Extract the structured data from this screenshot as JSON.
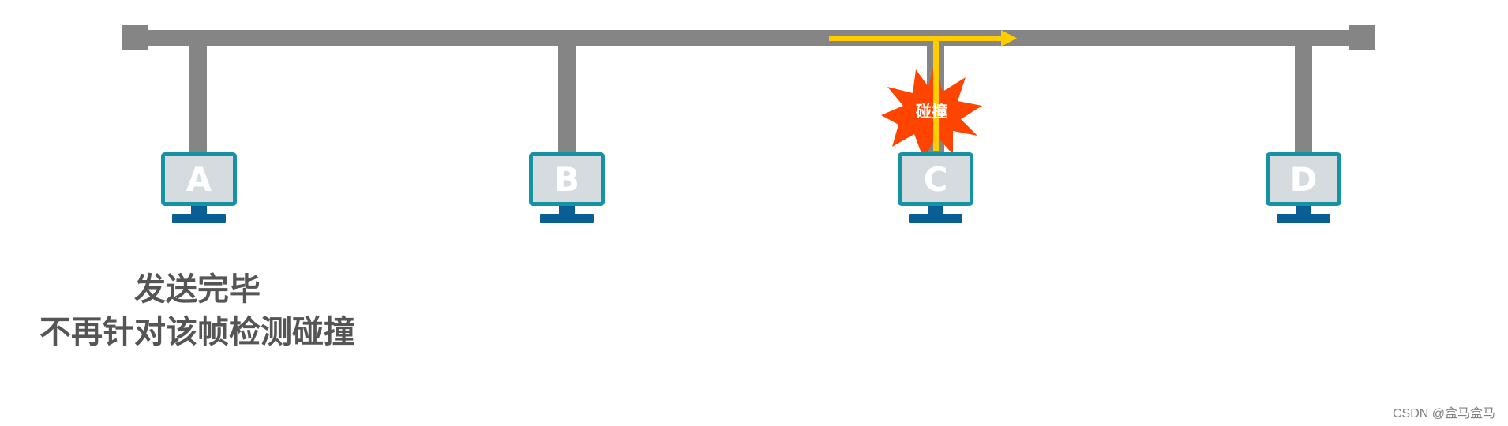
{
  "nodes": [
    {
      "label": "A"
    },
    {
      "label": "B"
    },
    {
      "label": "C"
    },
    {
      "label": "D"
    }
  ],
  "collision": {
    "label": "碰撞"
  },
  "caption": {
    "line1": "发送完毕",
    "line2": "不再针对该帧检测碰撞"
  },
  "watermark": "CSDN @盒马盒马",
  "colors": {
    "bus": "#858585",
    "signal": "#ffcc00",
    "burst": "#ff4400",
    "screen_border": "#1592a3",
    "screen_fill": "#d6dbe0",
    "stand": "#0a5e96",
    "caption": "#555555"
  }
}
